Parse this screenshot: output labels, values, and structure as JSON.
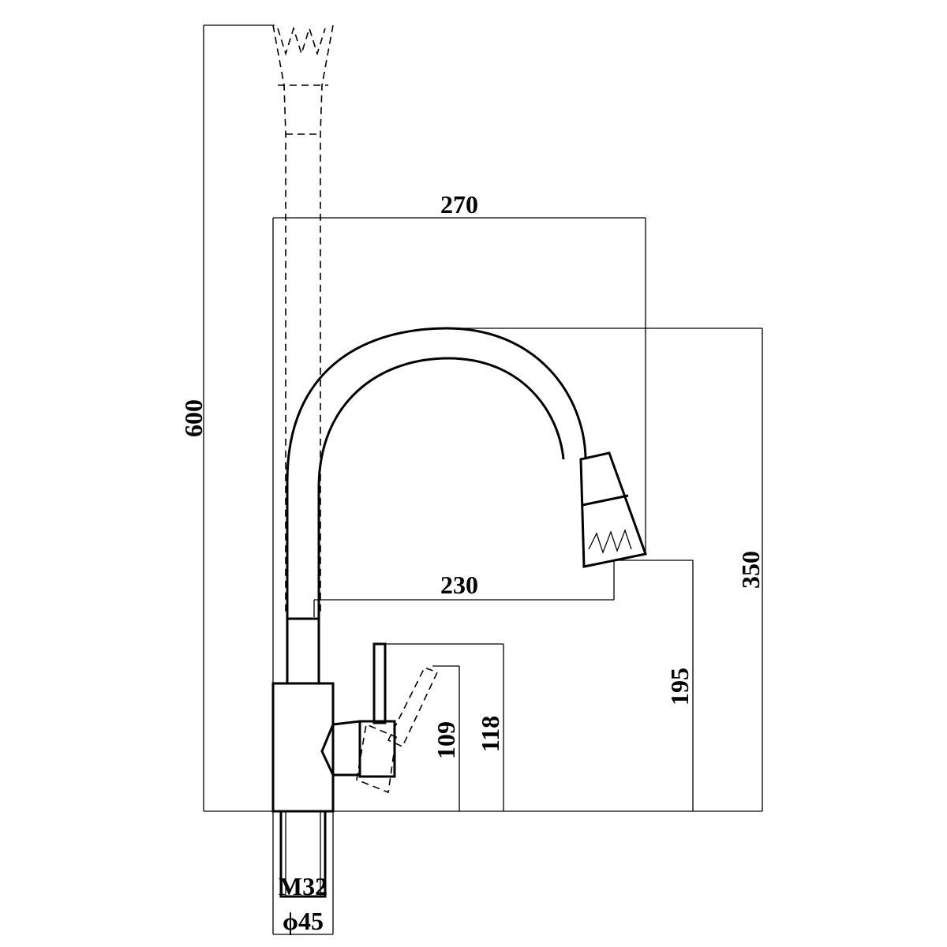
{
  "dimensions": {
    "total_height": "600",
    "spout_reach": "270",
    "aerator_reach": "230",
    "spout_height": "350",
    "outlet_height": "195",
    "lever_height": "118",
    "lever_pivot_height": "109",
    "thread": "M32",
    "base_diameter": "ϕ45"
  },
  "colors": {
    "line": "#000000",
    "background": "#ffffff"
  }
}
